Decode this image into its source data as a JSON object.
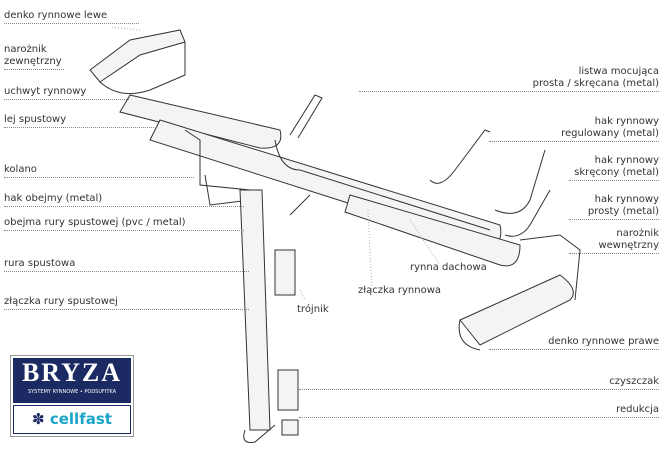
{
  "left_labels": [
    "denko rynnowe lewe",
    "narożnik\nzewnętrzny",
    "uchwyt rynnowy",
    "lej spustowy",
    "kolano",
    "hak obejmy (metal)",
    "obejma rury spustowej (pvc / metal)",
    "rura spustowa",
    "złączka rury spustowej"
  ],
  "right_labels": [
    "listwa mocująca\nprosta / skręcana (metal)",
    "hak rynnowy\nregulowany (metal)",
    "hak rynnowy\nskręcony (metal)",
    "hak rynnowy\nprosty (metal)",
    "narożnik\nwewnętrzny",
    "denko rynnowe prawe",
    "czyszczak",
    "redukcja"
  ],
  "inline_labels": {
    "gutter": "rynna dachowa",
    "gutter_joint": "złączka rynnowa",
    "tee": "trójnik"
  },
  "logo": {
    "brand": "BRYZA",
    "tagline": "SYSTEMY RYNNOWE • PODSUFITKA",
    "partner": "cellfast",
    "brand_color": "#1b2a63",
    "partner_color": "#1aa5c8"
  }
}
